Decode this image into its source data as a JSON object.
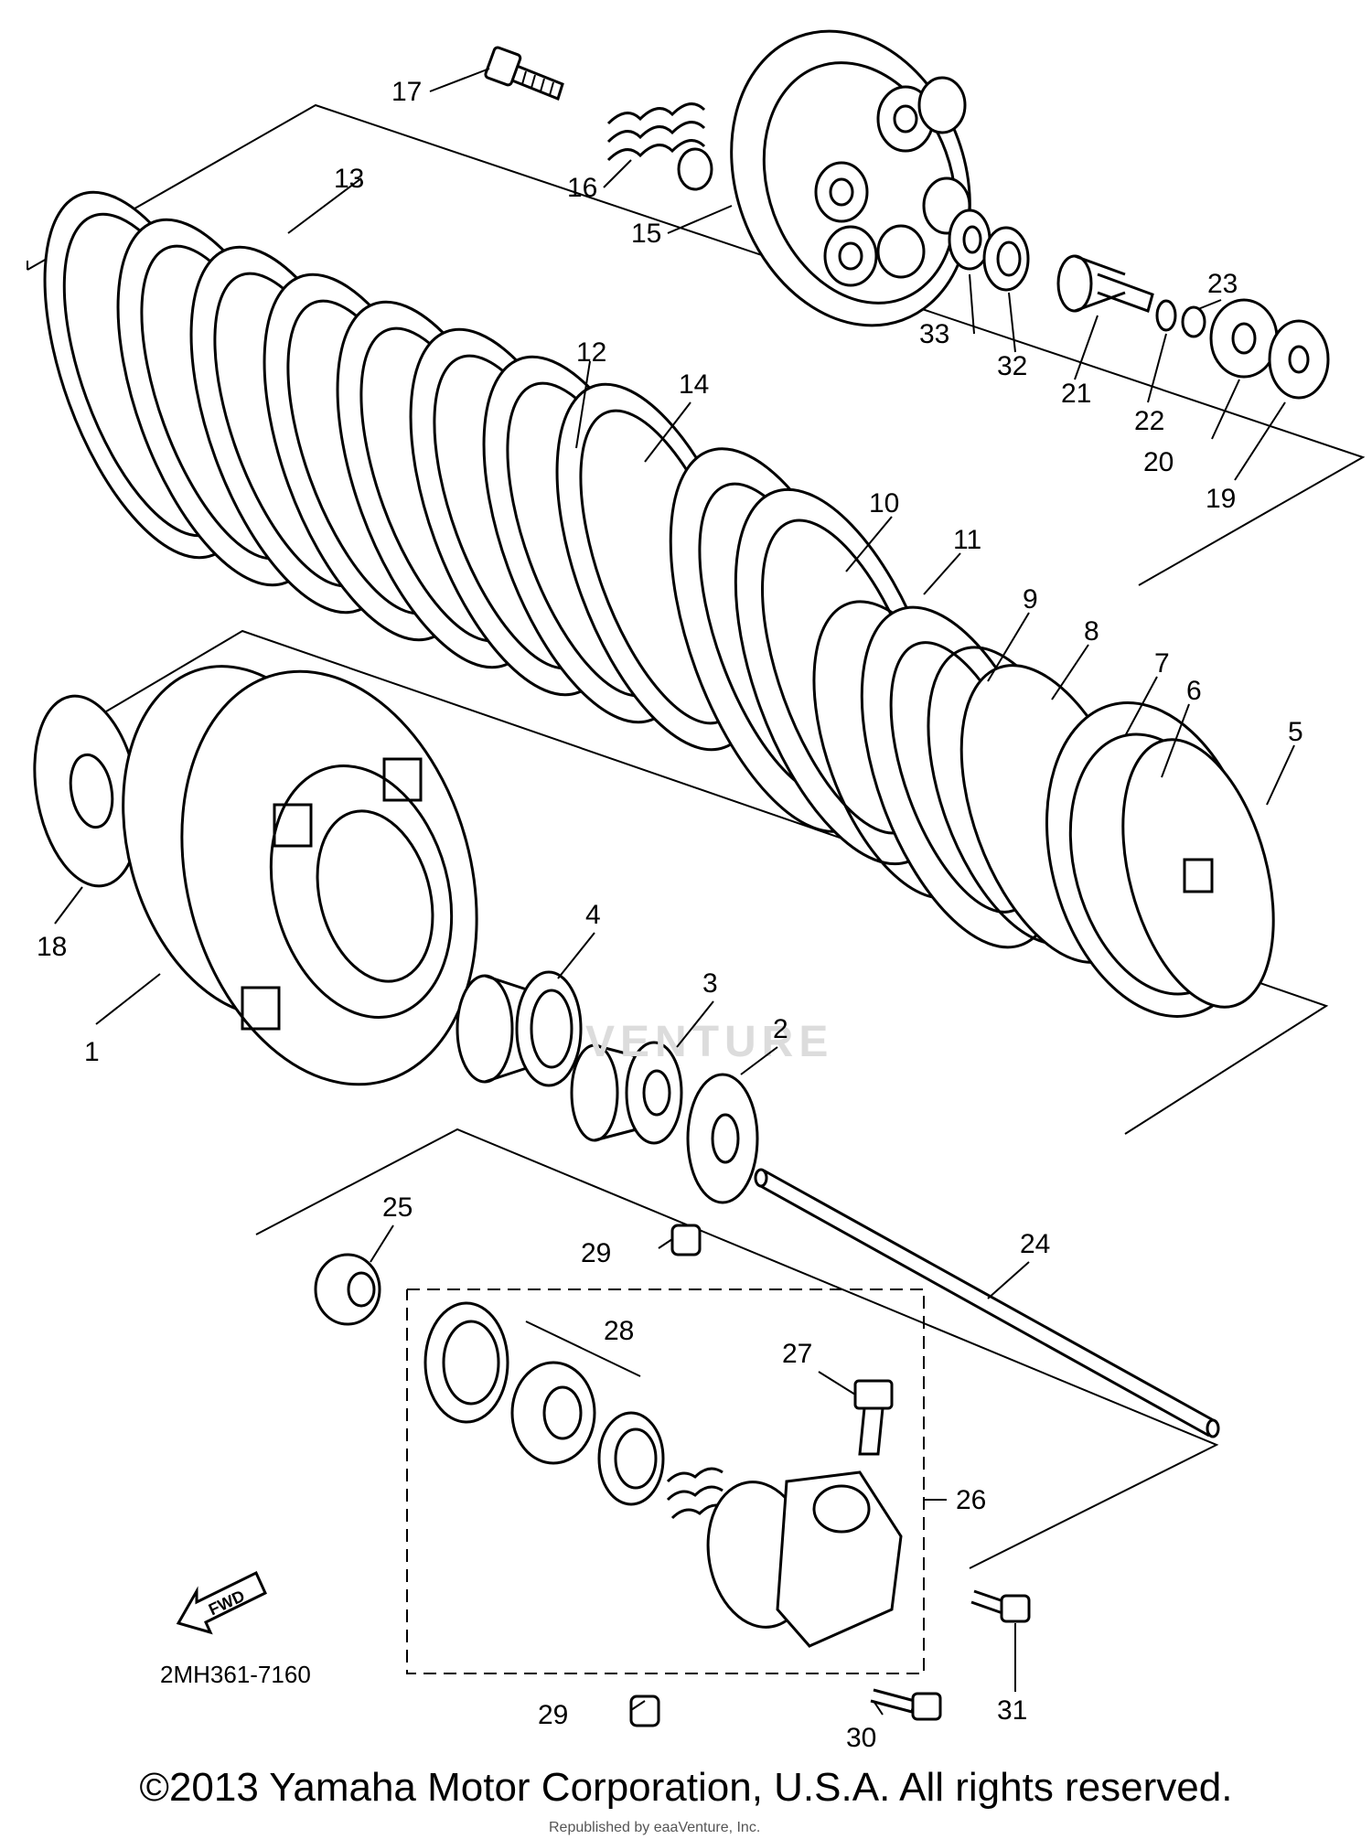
{
  "diagram": {
    "part_code": "2MH361-7160",
    "fwd_label": "FWD",
    "watermark": "VENTURE",
    "callouts": [
      "1",
      "2",
      "3",
      "4",
      "5",
      "6",
      "7",
      "8",
      "9",
      "10",
      "11",
      "12",
      "13",
      "14",
      "15",
      "16",
      "17",
      "18",
      "19",
      "20",
      "21",
      "22",
      "23",
      "24",
      "25",
      "26",
      "27",
      "28",
      "29",
      "29",
      "30",
      "31",
      "32",
      "33"
    ]
  },
  "footer": {
    "copyright": "©2013 Yamaha Motor Corporation, U.S.A. All rights reserved.",
    "republished": "Republished by eaaVenture, Inc."
  }
}
